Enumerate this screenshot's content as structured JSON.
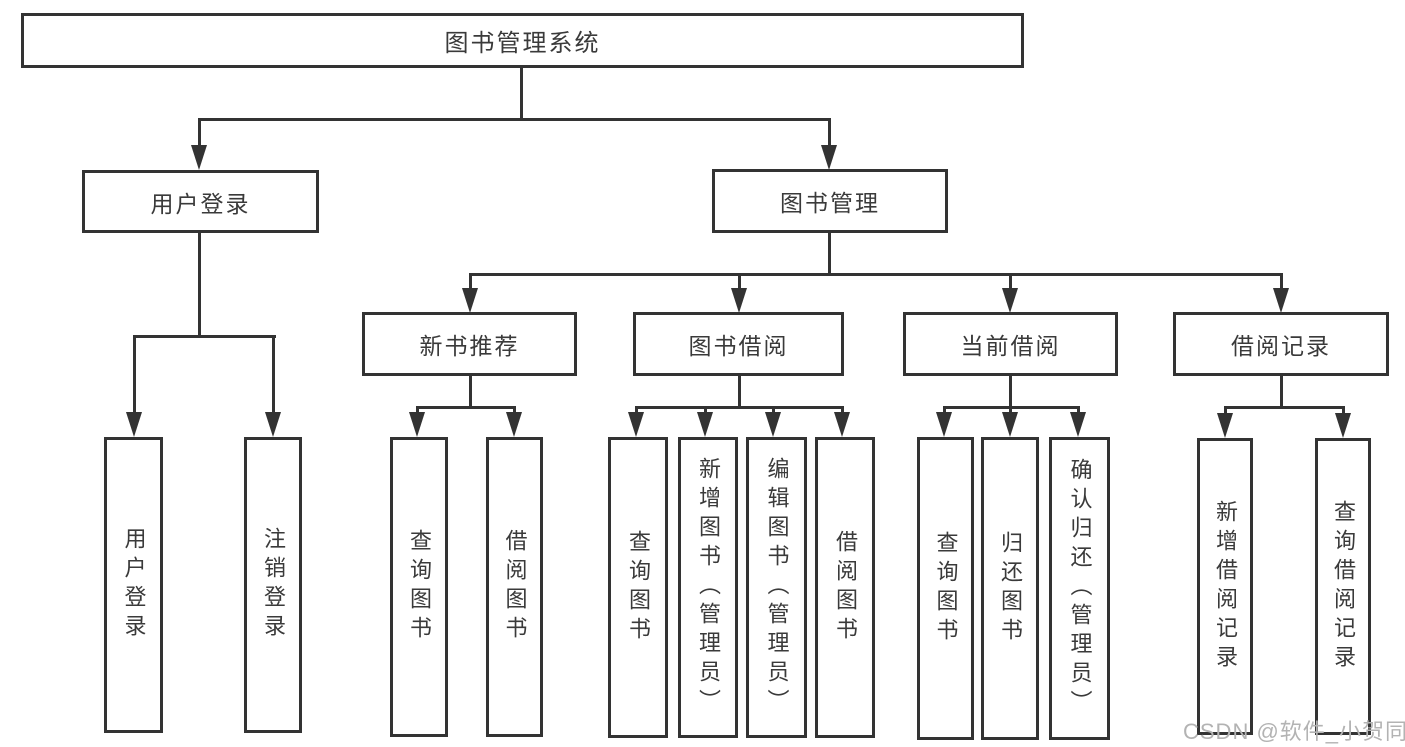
{
  "diagram": {
    "root": {
      "label": "图书管理系统"
    },
    "children": [
      {
        "label": "用户登录",
        "children": [
          {
            "label": "用户登录"
          },
          {
            "label": "注销登录"
          }
        ]
      },
      {
        "label": "图书管理",
        "children": [
          {
            "label": "新书推荐",
            "children": [
              {
                "label": "查询图书"
              },
              {
                "label": "借阅图书"
              }
            ]
          },
          {
            "label": "图书借阅",
            "children": [
              {
                "label": "查询图书"
              },
              {
                "label": "新增图书（管理员）"
              },
              {
                "label": "编辑图书（管理员）"
              },
              {
                "label": "借阅图书"
              }
            ]
          },
          {
            "label": "当前借阅",
            "children": [
              {
                "label": "查询图书"
              },
              {
                "label": "归还图书"
              },
              {
                "label": "确认归还（管理员）"
              }
            ]
          },
          {
            "label": "借阅记录",
            "children": [
              {
                "label": "新增借阅记录"
              },
              {
                "label": "查询借阅记录"
              }
            ]
          }
        ]
      }
    ]
  },
  "watermark": {
    "text": "CSDN @软件_小贺同学"
  },
  "colors": {
    "line": "#333333",
    "node_text": "#3a3a3a",
    "watermark_text": "#b3b3b3",
    "background": "#ffffff"
  }
}
